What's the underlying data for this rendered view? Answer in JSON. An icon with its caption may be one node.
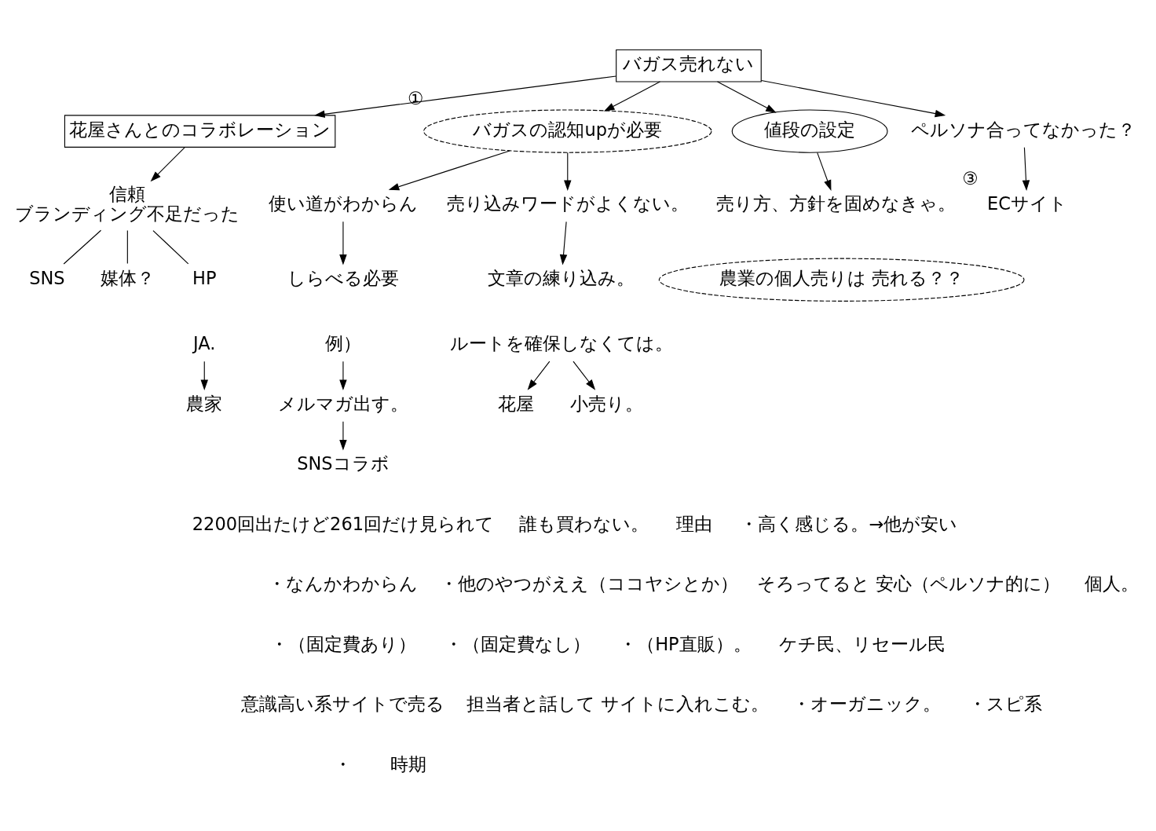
{
  "diagram": {
    "nodes": [
      {
        "text": [
          "花屋さんとのコラボレーション"
        ]
      },
      {
        "text": [
          "バガスの認知upが必要"
        ],
        "beside": [
          "①"
        ]
      },
      {
        "text": [
          "バガス売れない"
        ]
      },
      {
        "text": [
          "値段の設定"
        ]
      },
      {
        "text": [
          "使い道がわからん"
        ]
      },
      {
        "text": [
          "しらべる必要"
        ]
      },
      {
        "text": [
          "信頼",
          "ブランディング不足だった"
        ]
      },
      {
        "text": [
          "SNS"
        ]
      },
      {
        "text": [
          "媒体？"
        ]
      },
      {
        "text": [
          "HP"
        ]
      },
      {
        "text": [
          "売り込みワードがよくない。"
        ]
      },
      {
        "text": [
          "文章の練り込み。"
        ]
      },
      {
        "text": [
          "売り方、方針を固めなきゃ。"
        ]
      },
      {
        "text": [
          "ペルソナ合ってなかった？"
        ]
      },
      {
        "text": [
          "ECサイト"
        ],
        "beside": [
          "③"
        ]
      },
      {
        "text": [
          "例）"
        ]
      },
      {
        "text": [
          "メルマガ出す。"
        ]
      },
      {
        "text": [
          "SNSコラボ"
        ]
      },
      {
        "text": [
          "ルートを確保しなくては。"
        ]
      },
      {
        "text": [
          "JA."
        ]
      },
      {
        "text": [
          "農家"
        ]
      },
      {
        "text": [
          "花屋"
        ]
      },
      {
        "text": [
          "小売り。"
        ]
      },
      {
        "text": [
          "農業の個人売りは 売れる？？"
        ]
      }
    ],
    "edges": [
      {
        "from": 2,
        "to": 0,
        "arrow": "to"
      },
      {
        "from": 2,
        "to": 1,
        "arrow": "to"
      },
      {
        "from": 2,
        "to": 3,
        "arrow": "to"
      },
      {
        "from": 2,
        "to": 13,
        "arrow": "to"
      },
      {
        "from": 1,
        "to": 4,
        "arrow": "to"
      },
      {
        "from": 4,
        "to": 5,
        "arrow": "to"
      },
      {
        "from": 0,
        "to": 6,
        "arrow": "to"
      },
      {
        "from": 6,
        "to": 7,
        "arrow": "none"
      },
      {
        "from": 6,
        "to": 8,
        "arrow": "none"
      },
      {
        "from": 6,
        "to": 9,
        "arrow": "none"
      },
      {
        "from": 1,
        "to": 10,
        "arrow": "to"
      },
      {
        "from": 10,
        "to": 11,
        "arrow": "to"
      },
      {
        "from": 3,
        "to": 12,
        "arrow": "to"
      },
      {
        "from": 13,
        "to": 14,
        "arrow": "to"
      },
      {
        "from": 15,
        "to": 16,
        "arrow": "to"
      },
      {
        "from": 16,
        "to": 17,
        "arrow": "to"
      },
      {
        "from": 19,
        "to": 20,
        "arrow": "to"
      },
      {
        "from": 18,
        "to": 21,
        "arrow": "to"
      },
      {
        "from": 18,
        "to": 22,
        "arrow": "to"
      }
    ],
    "labels": [
      "2200回出たけど261回だけ見られて",
      "誰も買わない。",
      "理由",
      "・高く感じる。→他が安い",
      "・なんかわからん",
      "・他のやつがええ（ココヤシとか）",
      "そろってると 安心（ペルソナ的に）",
      "個人。",
      "・（固定費あり）",
      "・（固定費なし）",
      "・（HP直販）。",
      "ケチ民、リセール民",
      "意識高い系サイトで売る",
      "担当者と話して サイトに入れこむ。",
      "・オーガニック。",
      "・スピ系",
      "・",
      "時期"
    ]
  }
}
